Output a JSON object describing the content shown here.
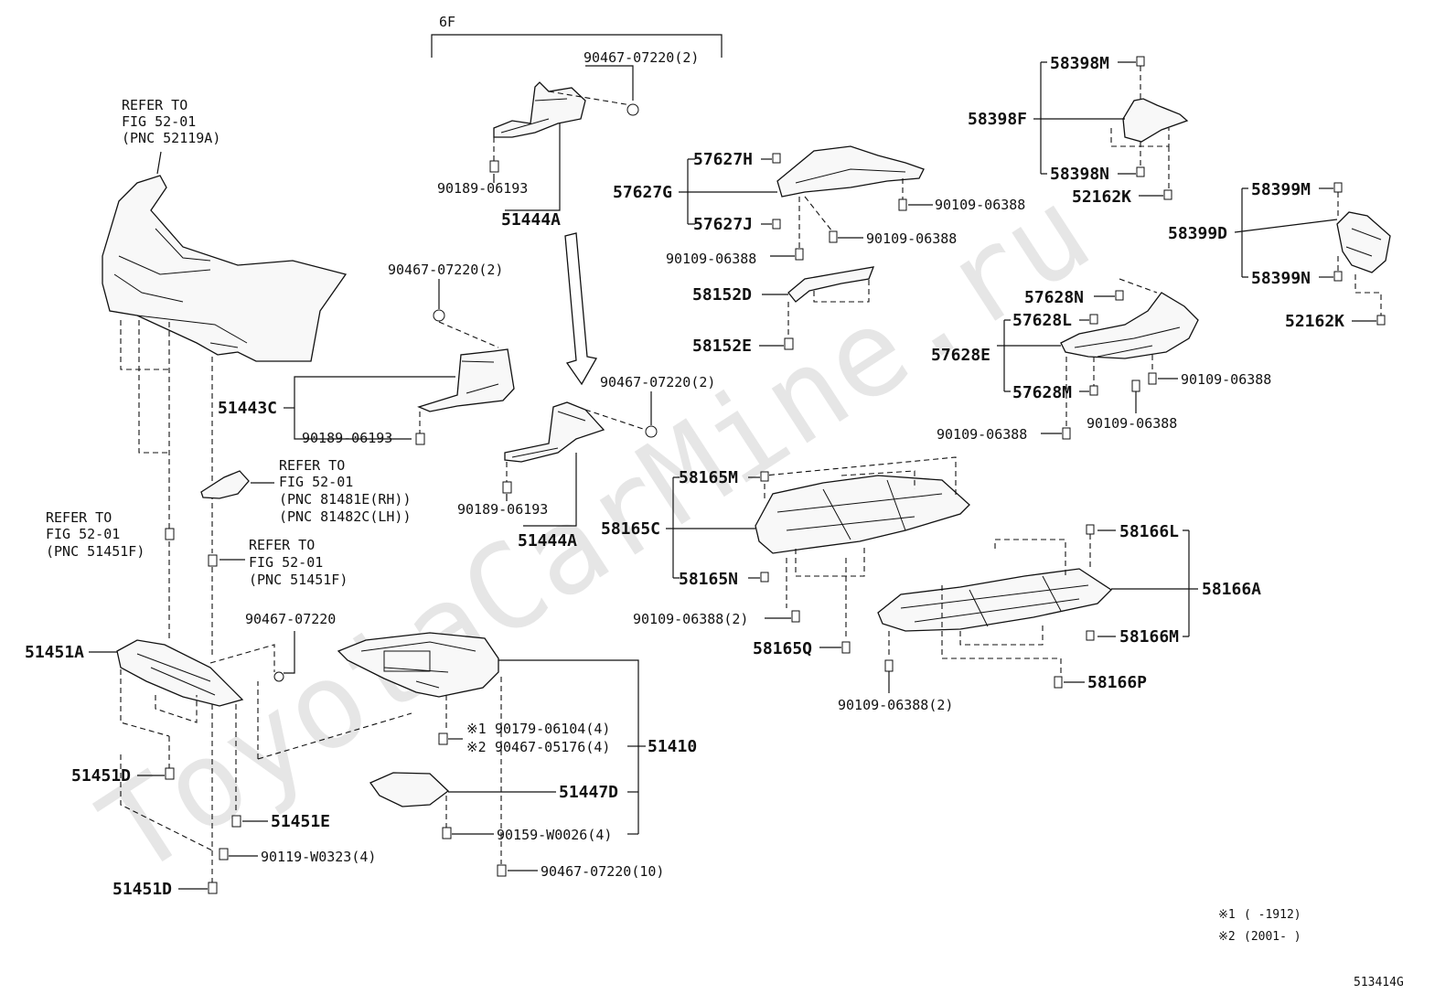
{
  "watermark": "ToyotaCarMine.ru",
  "group_label": "6F",
  "diagram_id": "513414G",
  "notes": [
    {
      "mark": "※1",
      "text": "(      -1912)"
    },
    {
      "mark": "※2",
      "text": "(2001-      )"
    }
  ],
  "refs": {
    "bumper": [
      "REFER TO",
      "FIG 52-01",
      "(PNC 52119A)"
    ],
    "bracket": [
      "REFER TO",
      "FIG 52-01",
      "(PNC 81481E(RH))",
      "(PNC 81482C(LH))"
    ],
    "clip_left": [
      "REFER TO",
      "FIG 52-01",
      "(PNC 51451F)"
    ],
    "clip_right": [
      "REFER TO",
      "FIG 52-01",
      "(PNC 51451F)"
    ]
  },
  "labels": {
    "p90467_07220_2_top": "90467-07220(2)",
    "p90189_06193_top": "90189-06193",
    "p51444A_top": "51444A",
    "p90467_07220_2_left": "90467-07220(2)",
    "p51443C": "51443C",
    "p90189_06193_left": "90189-06193",
    "p90467_07220_2_mid": "90467-07220(2)",
    "p90189_06193_mid": "90189-06193",
    "p51444A_mid": "51444A",
    "p57627H": "57627H",
    "p57627G": "57627G",
    "p57627J": "57627J",
    "p90109_06388_a": "90109-06388",
    "p90109_06388_b": "90109-06388",
    "p90109_06388_c": "90109-06388",
    "p58152D": "58152D",
    "p58152E": "58152E",
    "p58398M": "58398M",
    "p58398F": "58398F",
    "p58398N": "58398N",
    "p52162K_a": "52162K",
    "p58399M": "58399M",
    "p58399D": "58399D",
    "p58399N": "58399N",
    "p52162K_b": "52162K",
    "p57628N": "57628N",
    "p57628L": "57628L",
    "p57628E": "57628E",
    "p57628M": "57628M",
    "p90109_06388_d": "90109-06388",
    "p90109_06388_e": "90109-06388",
    "p90109_06388_f": "90109-06388",
    "p58165M": "58165M",
    "p58165C": "58165C",
    "p58165N": "58165N",
    "p90109_06388_2a": "90109-06388(2)",
    "p58165Q": "58165Q",
    "p58166L": "58166L",
    "p58166A": "58166A",
    "p58166M": "58166M",
    "p58166P": "58166P",
    "p90109_06388_2b": "90109-06388(2)",
    "p51451A": "51451A",
    "p90467_07220": "90467-07220",
    "p51451D_a": "51451D",
    "p51451E": "51451E",
    "p90119_W0323": "90119-W0323(4)",
    "p51451D_b": "51451D",
    "p90179_06104": "90179-06104(4)",
    "p90467_05176": "90467-05176(4)",
    "p51410": "51410",
    "p51447D": "51447D",
    "p90159_W0026": "90159-W0026(4)",
    "p90467_07220_10": "90467-07220(10)",
    "mark1": "※1",
    "mark2": "※2"
  }
}
